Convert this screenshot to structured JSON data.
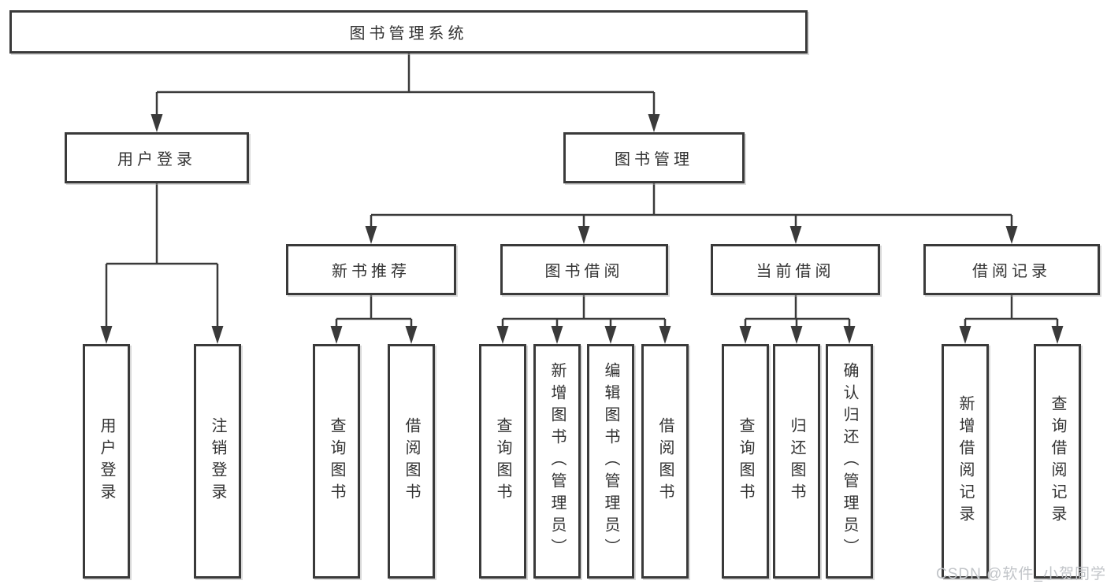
{
  "tree": {
    "root": {
      "label": "图书管理系统"
    },
    "branches": [
      {
        "label": "用户登录",
        "children": [
          "用户登录",
          "注销登录"
        ]
      },
      {
        "label": "图书管理",
        "sections": [
          {
            "label": "新书推荐",
            "children": [
              "查询图书",
              "借阅图书"
            ]
          },
          {
            "label": "图书借阅",
            "children": [
              "查询图书",
              "新增图书（管理员）",
              "编辑图书（管理员）",
              "借阅图书"
            ]
          },
          {
            "label": "当前借阅",
            "children": [
              "查询图书",
              "归还图书",
              "确认归还（管理员）"
            ]
          },
          {
            "label": "借阅记录",
            "children": [
              "新增借阅记录",
              "查询借阅记录"
            ]
          }
        ]
      }
    ]
  },
  "watermark": {
    "text": "CSDN @软件_小贺同学"
  },
  "colors": {
    "line": "#3a3a3a",
    "text": "#333333",
    "box_background": "#ffffff",
    "page_background": "#ffffff",
    "watermark": "#c2c5c9"
  }
}
